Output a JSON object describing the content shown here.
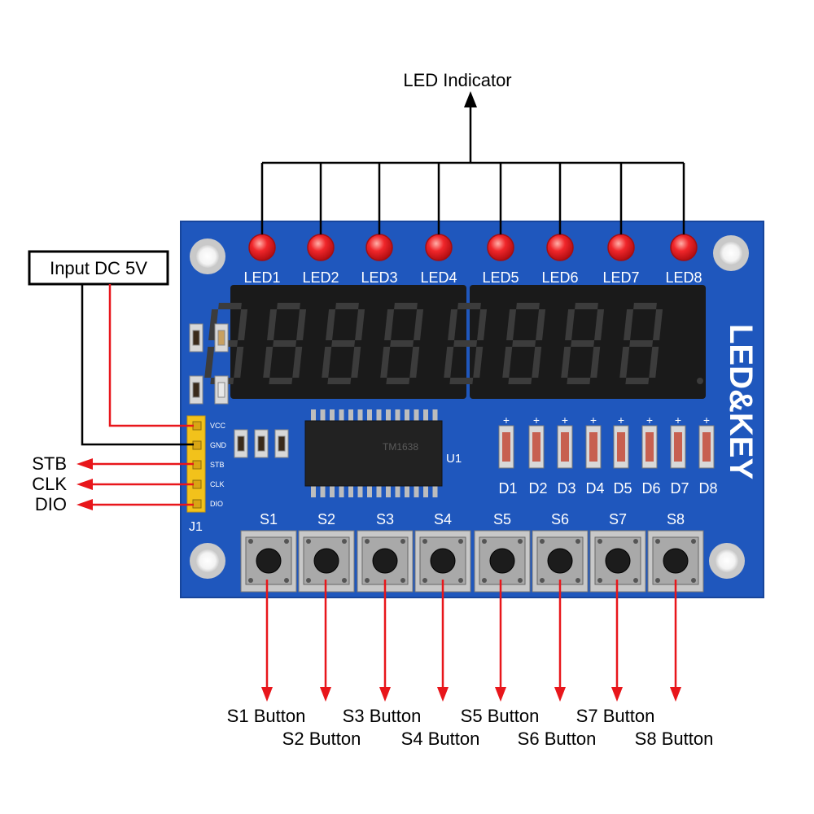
{
  "title": "LED Indicator",
  "power_label": "Input DC 5V",
  "signals": [
    "STB",
    "CLK",
    "DIO"
  ],
  "leds": [
    "LED1",
    "LED2",
    "LED3",
    "LED4",
    "LED5",
    "LED6",
    "LED7",
    "LED8"
  ],
  "diodes": [
    "D1",
    "D2",
    "D3",
    "D4",
    "D5",
    "D6",
    "D7",
    "D8"
  ],
  "switches": [
    "S1",
    "S2",
    "S3",
    "S4",
    "S5",
    "S6",
    "S7",
    "S8"
  ],
  "button_labels": [
    "S1 Button",
    "S2 Button",
    "S3 Button",
    "S4 Button",
    "S5 Button",
    "S6 Button",
    "S7 Button",
    "S8 Button"
  ],
  "header_pins": [
    "VCC",
    "GND",
    "STB",
    "CLK",
    "DIO"
  ],
  "connector": "J1",
  "chip": {
    "name": "TM1638",
    "ref": "U1"
  },
  "board_brand": "LED&KEY",
  "colors": {
    "board": "#1f57bd",
    "led": "#e8161b",
    "arrow": "#e8161b",
    "line": "#000000",
    "header": "#f2c21b"
  }
}
